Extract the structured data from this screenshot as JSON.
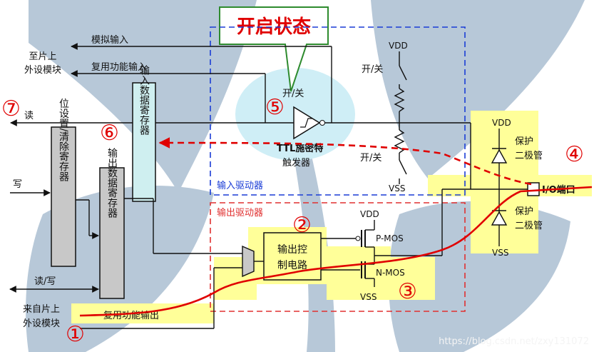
{
  "colors": {
    "background_art": "#b7c8d8",
    "highlight_yellow": "#ffff99",
    "input_bubble": "#cfeef6",
    "register_cyan": "#cfeff0",
    "register_gray": "#c8c8c8",
    "input_driver_border": "#1a3cd6",
    "output_driver_border": "#e03030",
    "path_red": "#e00000",
    "callout_green": "#2e8b2e"
  },
  "callout": {
    "label": "开启状态"
  },
  "labels": {
    "to_onchip": [
      "至片上",
      "外设模块"
    ],
    "from_onchip": [
      "来自片上",
      "外设模块"
    ],
    "analog_input": "模拟输入",
    "altfunc_input": "复用功能输入",
    "altfunc_output": "复用功能输出",
    "read": "读",
    "write": "写",
    "read_write": "读/写",
    "input_data_register": "输入数据寄存器",
    "bit_set_reset_register": "位设置/清除寄存器",
    "output_data_register": "输出数据寄存器",
    "input_driver": "输入驱动器",
    "output_driver": "输出驱动器",
    "ttl_schmitt": [
      "TTL施密特",
      "触发器"
    ],
    "on_off": "开/关",
    "output_control": [
      "输出控",
      "制电路"
    ],
    "pmos": "P-MOS",
    "nmos": "N-MOS",
    "vdd": "VDD",
    "vss": "VSS",
    "protect_diode": [
      "保护",
      "二极管"
    ],
    "io_pin": "I/O端口",
    "watermark": "https://blog.csdn.net/zxy131072"
  },
  "markers": [
    "①",
    "②",
    "③",
    "④",
    "⑤",
    "⑥",
    "⑦"
  ]
}
